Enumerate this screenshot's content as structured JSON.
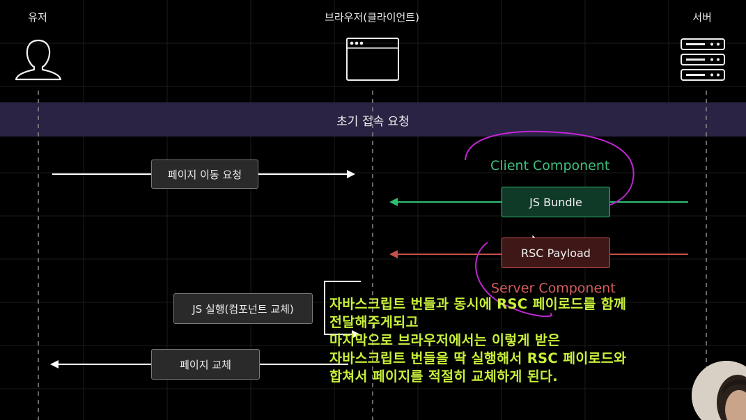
{
  "actors": {
    "user_label": "유저",
    "browser_label": "브라우저(클라이언트)",
    "server_label": "서버"
  },
  "banner": {
    "title": "초기 접속 요청"
  },
  "messages": {
    "page_move_request": "페이지 이동 요청",
    "js_bundle": "JS Bundle",
    "rsc_payload": "RSC Payload",
    "js_execute": "JS 실행(컴포넌트 교체)",
    "page_replace": "페이지 교체"
  },
  "annotations": {
    "client_component": "Client Component",
    "server_component": "Server Component"
  },
  "caption": {
    "lines": [
      "자바스크립트 번들과 동시에 RSC 페이로드를 함께",
      "전달해주게되고",
      "마지막으로 브라우저에서는 이렇게 받은",
      "자바스크립트 번들을 딱 실행해서 RSC 페이로드와",
      "합쳐서 페이지를 적절히 교체하게 된다."
    ]
  },
  "colors": {
    "background": "#000000",
    "banner": "#2b2344",
    "green": "#2fbf71",
    "red": "#c6504a",
    "highlight_ring": "#c026d3",
    "caption": "#c8f03a",
    "client_text": "#3fbf7f",
    "server_text": "#d45d5d"
  },
  "icons": {
    "user": "user-silhouette-icon",
    "browser": "browser-window-icon",
    "server": "server-rack-icon"
  }
}
